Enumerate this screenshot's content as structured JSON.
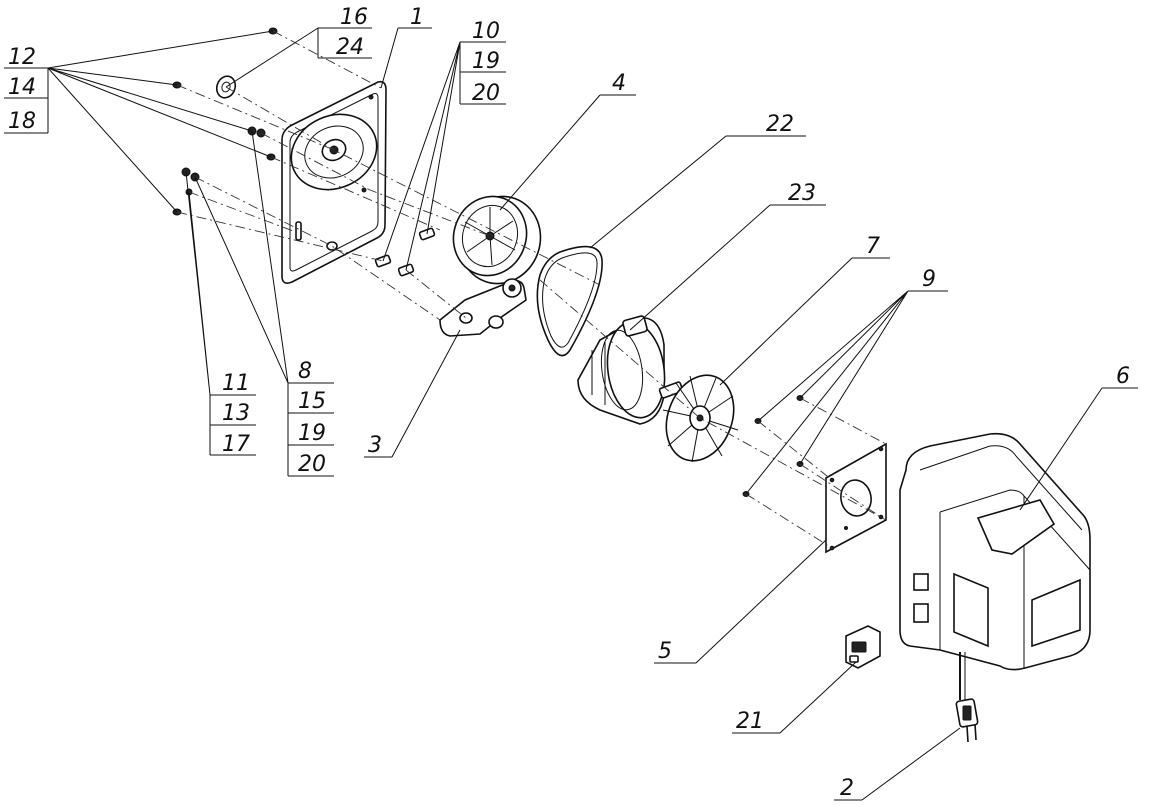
{
  "callouts": {
    "c1": "1",
    "c2": "2",
    "c3": "3",
    "c4": "4",
    "c5": "5",
    "c6": "6",
    "c7": "7",
    "c9": "9",
    "c21": "21",
    "c22": "22",
    "c23": "23",
    "stack_12": [
      "12",
      "14",
      "18"
    ],
    "stack_16": [
      "16",
      "24"
    ],
    "stack_10": [
      "10",
      "19",
      "20"
    ],
    "stack_11": [
      "11",
      "13",
      "17"
    ],
    "stack_8": [
      "8",
      "15",
      "19",
      "20"
    ]
  }
}
